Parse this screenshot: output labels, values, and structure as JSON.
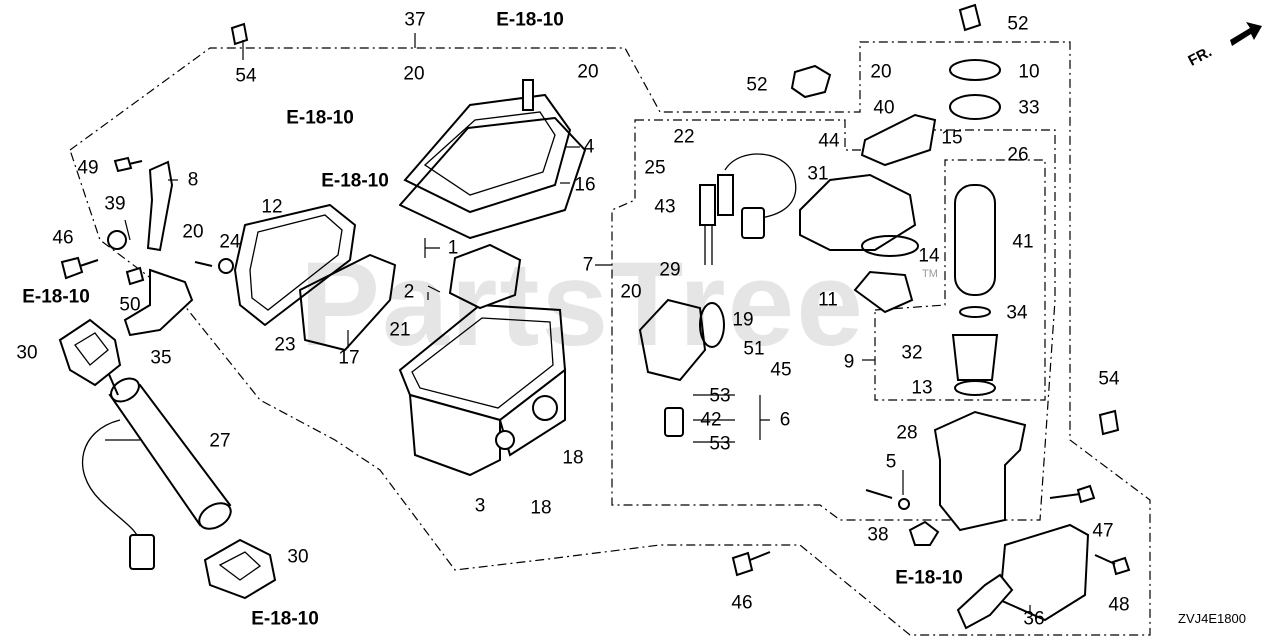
{
  "diagram": {
    "drawing_code": "ZVJ4E1800",
    "front_marker": "FR.",
    "watermark": "PartsTree",
    "trademark": "TM",
    "callouts": [
      {
        "id": "c37",
        "text": "37"
      },
      {
        "id": "c54a",
        "text": "54"
      },
      {
        "id": "c20a",
        "text": "20"
      },
      {
        "id": "c20b",
        "text": "20"
      },
      {
        "id": "c4",
        "text": "4"
      },
      {
        "id": "c16",
        "text": "16"
      },
      {
        "id": "c8",
        "text": "8"
      },
      {
        "id": "c49",
        "text": "49"
      },
      {
        "id": "c39",
        "text": "39"
      },
      {
        "id": "c46a",
        "text": "46"
      },
      {
        "id": "c20c",
        "text": "20"
      },
      {
        "id": "c24",
        "text": "24"
      },
      {
        "id": "c12",
        "text": "12"
      },
      {
        "id": "c1",
        "text": "1"
      },
      {
        "id": "c2",
        "text": "2"
      },
      {
        "id": "c50",
        "text": "50"
      },
      {
        "id": "c30a",
        "text": "30"
      },
      {
        "id": "c35",
        "text": "35"
      },
      {
        "id": "c23",
        "text": "23"
      },
      {
        "id": "c17",
        "text": "17"
      },
      {
        "id": "c21",
        "text": "21"
      },
      {
        "id": "c27",
        "text": "27"
      },
      {
        "id": "c18a",
        "text": "18"
      },
      {
        "id": "c18b",
        "text": "18"
      },
      {
        "id": "c3",
        "text": "3"
      },
      {
        "id": "c30b",
        "text": "30"
      },
      {
        "id": "c52a",
        "text": "52"
      },
      {
        "id": "c52b",
        "text": "52"
      },
      {
        "id": "c20d",
        "text": "20"
      },
      {
        "id": "c10",
        "text": "10"
      },
      {
        "id": "c40",
        "text": "40"
      },
      {
        "id": "c33",
        "text": "33"
      },
      {
        "id": "c22",
        "text": "22"
      },
      {
        "id": "c44",
        "text": "44"
      },
      {
        "id": "c15",
        "text": "15"
      },
      {
        "id": "c26",
        "text": "26"
      },
      {
        "id": "c25",
        "text": "25"
      },
      {
        "id": "c31",
        "text": "31"
      },
      {
        "id": "c43",
        "text": "43"
      },
      {
        "id": "c41",
        "text": "41"
      },
      {
        "id": "c7",
        "text": "7"
      },
      {
        "id": "c14",
        "text": "14"
      },
      {
        "id": "c29",
        "text": "29"
      },
      {
        "id": "c20e",
        "text": "20"
      },
      {
        "id": "c11",
        "text": "11"
      },
      {
        "id": "c19",
        "text": "19"
      },
      {
        "id": "c34",
        "text": "34"
      },
      {
        "id": "c51",
        "text": "51"
      },
      {
        "id": "c32",
        "text": "32"
      },
      {
        "id": "c9",
        "text": "9"
      },
      {
        "id": "c45",
        "text": "45"
      },
      {
        "id": "c13",
        "text": "13"
      },
      {
        "id": "c53a",
        "text": "53"
      },
      {
        "id": "c42",
        "text": "42"
      },
      {
        "id": "c6",
        "text": "6"
      },
      {
        "id": "c53b",
        "text": "53"
      },
      {
        "id": "c54b",
        "text": "54"
      },
      {
        "id": "c28",
        "text": "28"
      },
      {
        "id": "c5",
        "text": "5"
      },
      {
        "id": "c47",
        "text": "47"
      },
      {
        "id": "c38",
        "text": "38"
      },
      {
        "id": "c46b",
        "text": "46"
      },
      {
        "id": "c48",
        "text": "48"
      },
      {
        "id": "c36",
        "text": "36"
      }
    ],
    "references": [
      {
        "id": "r1",
        "text": "E-18-10"
      },
      {
        "id": "r2",
        "text": "E-18-10"
      },
      {
        "id": "r3",
        "text": "E-18-10"
      },
      {
        "id": "r4",
        "text": "E-18-10"
      },
      {
        "id": "r5",
        "text": "E-18-10"
      },
      {
        "id": "r6",
        "text": "E-18-10"
      }
    ]
  }
}
